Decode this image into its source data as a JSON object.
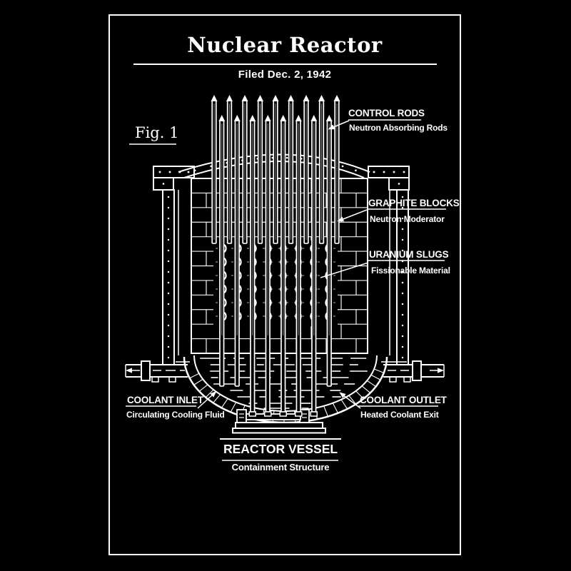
{
  "poster": {
    "title": "Nuclear Reactor",
    "subtitle": "Filed Dec. 2, 1942",
    "figure_label": "Fig. 1"
  },
  "colors": {
    "background": "#000000",
    "ink": "#ffffff"
  },
  "callouts": {
    "control_rods": {
      "title": "CONTROL RODS",
      "subtitle": "Neutron Absorbing Rods"
    },
    "graphite_blocks": {
      "title": "GRAPHITE BLOCKS",
      "subtitle": "Neutron Moderator"
    },
    "uranium_slugs": {
      "title": "URANIUM SLUGS",
      "subtitle": "Fissionable Material"
    },
    "coolant_inlet": {
      "title": "COOLANT INLET",
      "subtitle": "Circulating Cooling Fluid"
    },
    "coolant_outlet": {
      "title": "COOLANT OUTLET",
      "subtitle": "Heated Coolant Exit"
    },
    "reactor_vessel": {
      "title": "REACTOR VESSEL",
      "subtitle": "Containment Structure"
    }
  }
}
